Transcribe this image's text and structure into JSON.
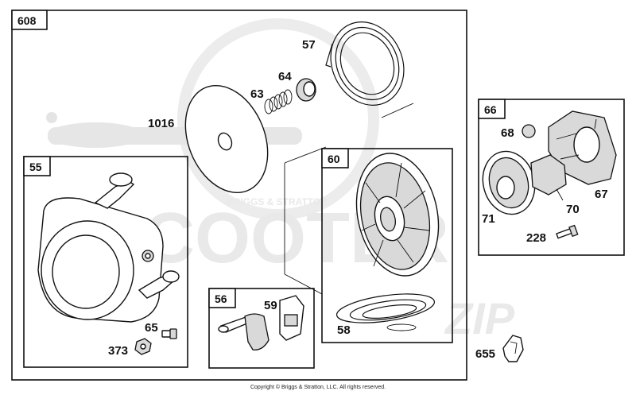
{
  "watermark": {
    "text": "SCOOTER",
    "subtext": "ZIP",
    "brand": "BRIGGS & STRATTON"
  },
  "groups": [
    {
      "id": "608",
      "label": "608"
    },
    {
      "id": "55",
      "label": "55"
    },
    {
      "id": "56",
      "label": "56"
    },
    {
      "id": "60",
      "label": "60"
    },
    {
      "id": "66",
      "label": "66"
    }
  ],
  "parts": {
    "p57": "57",
    "p64": "64",
    "p63": "63",
    "p1016": "1016",
    "p65": "65",
    "p373": "373",
    "p59": "59",
    "p58": "58",
    "p68": "68",
    "p67": "67",
    "p71": "71",
    "p70": "70",
    "p228": "228",
    "p655": "655"
  },
  "copyright": "Copyright © Briggs & Stratton, LLC. All rights reserved."
}
